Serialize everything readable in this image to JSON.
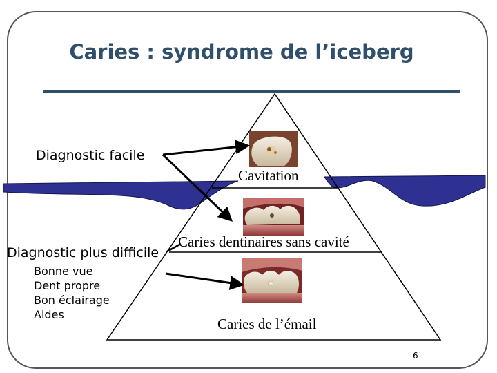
{
  "slide": {
    "title": "Caries : syndrome de l’iceberg",
    "page_number": "6"
  },
  "labels": {
    "diagnostic_facile": "Diagnostic facile",
    "diagnostic_difficile": "Diagnostic plus difficile",
    "aides": [
      "Bonne vue",
      "Dent propre",
      "Bon éclairage",
      "Aides"
    ]
  },
  "pyramid": {
    "levels": [
      {
        "label": "Cavitation",
        "photo": "tooth-cavitation-photo"
      },
      {
        "label": "Caries dentinaires sans cavité",
        "photo": "dentin-caries-photo"
      },
      {
        "label": "Caries de l’émail",
        "photo": "enamel-caries-photo"
      }
    ]
  },
  "colors": {
    "title": "#2f4f6b",
    "water": "#2e3192",
    "frame": "#555555",
    "arrow": "#000000"
  }
}
